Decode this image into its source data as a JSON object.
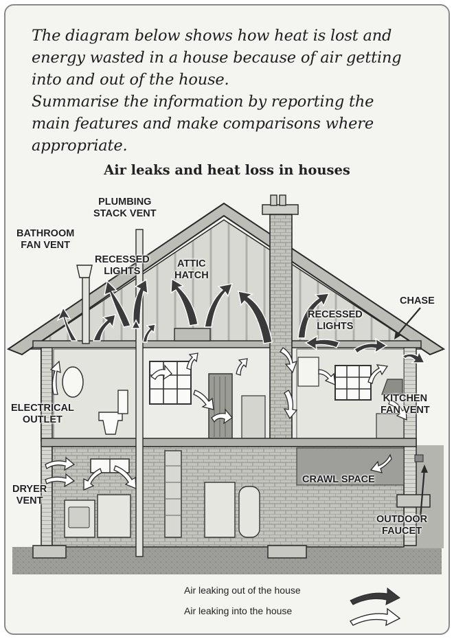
{
  "prompt": {
    "lines": [
      "The diagram below shows how heat is lost and",
      "energy wasted in a house because of air getting",
      "into and out of the house.",
      "Summarise the information by reporting the",
      "main features and make comparisons where",
      "appropriate."
    ]
  },
  "diagram": {
    "title": "Air leaks and heat loss in houses",
    "labels": {
      "plumbing_stack_vent": [
        "PLUMBING",
        "STACK VENT"
      ],
      "bathroom_fan_vent": [
        "BATHROOM",
        "FAN VENT"
      ],
      "recessed_lights_left": [
        "RECESSED",
        "LIGHTS"
      ],
      "attic_hatch": [
        "ATTIC",
        "HATCH"
      ],
      "chase": [
        "CHASE"
      ],
      "recessed_lights_right": [
        "RECESSED",
        "LIGHTS"
      ],
      "electrical_outlet": [
        "ELECTRICAL",
        "OUTLET"
      ],
      "kitchen_fan_vent": [
        "KITCHEN",
        "FAN VENT"
      ],
      "crawl_space": [
        "CRAWL SPACE"
      ],
      "dryer_vent": [
        "DRYER",
        "VENT"
      ],
      "outdoor_faucet": [
        "OUTDOOR",
        "FAUCET"
      ]
    }
  },
  "legend": {
    "out_label": "Air leaking out of the house",
    "in_label": "Air leaking into the house"
  },
  "colors": {
    "arrow_out": "#3a3a3a",
    "arrow_in": "#ffffff",
    "wall": "#cfcfcb",
    "brick": "#bdbdb8",
    "outline": "#2a2a2a"
  }
}
